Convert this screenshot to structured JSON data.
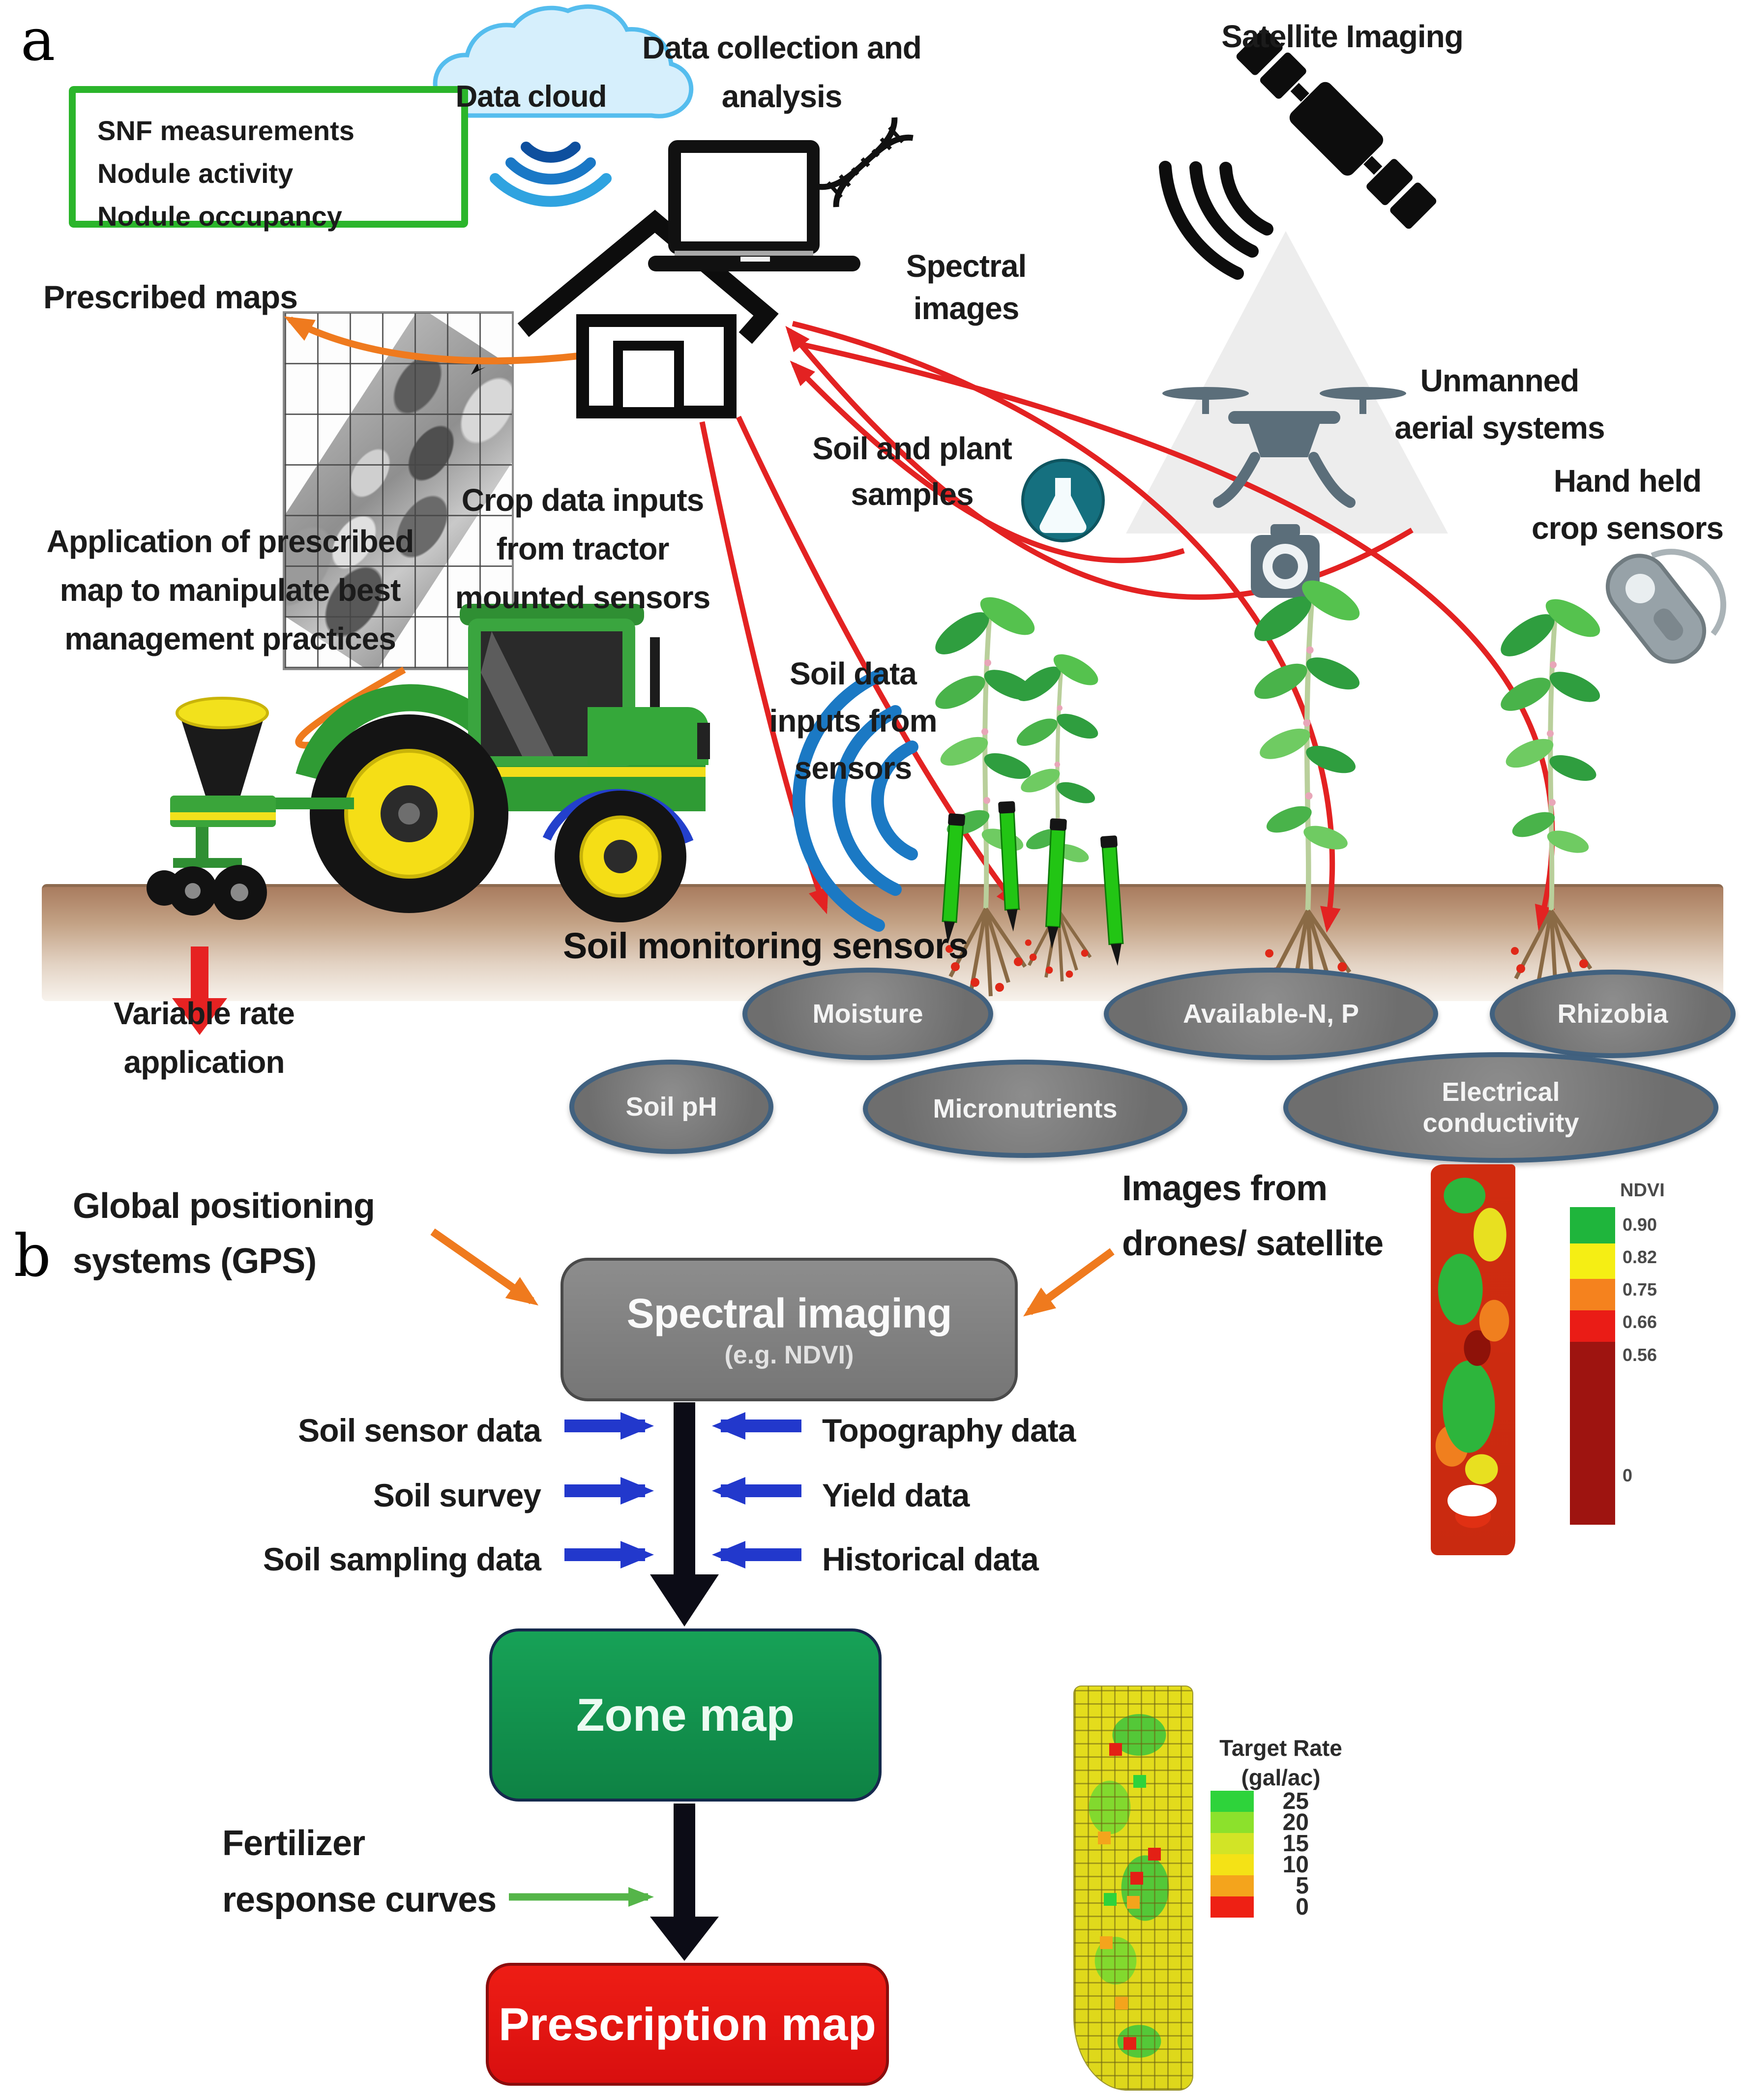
{
  "figure": {
    "panel_a_letter": "a",
    "panel_b_letter": "b"
  },
  "panel_a": {
    "snf_box_text": "SNF measurements\nNodule activity\nNodule occupancy",
    "data_cloud": "Data cloud",
    "data_collection": "Data collection and\nanalysis",
    "satellite_imaging": "Satellite Imaging",
    "prescribed_maps": "Prescribed maps",
    "application_text": "Application of prescribed\nmap to manipulate best\nmanagement practices",
    "spectral_images": "Spectral\nimages",
    "unmanned_aerial": "Unmanned\naerial systems",
    "hand_held": "Hand held\ncrop sensors",
    "crop_data_inputs": "Crop data inputs\nfrom tractor\nmounted sensors",
    "soil_plant_samples": "Soil and plant\nsamples",
    "soil_data_inputs": "Soil data\ninputs from\nsensors",
    "variable_rate": "Variable rate\napplication",
    "soil_monitoring": "Soil monitoring sensors",
    "sensor_ovals": [
      "Moisture",
      "Available-N, P",
      "Rhizobia",
      "Soil pH",
      "Micronutrients",
      "Electrical\nconductivity"
    ]
  },
  "panel_b": {
    "gps": "Global positioning\nsystems (GPS)",
    "images_from": "Images from\ndrones/ satellite",
    "spectral_box": {
      "title": "Spectral imaging",
      "subtitle": "(e.g. NDVI)"
    },
    "inputs_left": [
      "Soil sensor data",
      "Soil survey",
      "Soil sampling data"
    ],
    "inputs_right": [
      "Topography data",
      "Yield data",
      "Historical data"
    ],
    "zone_map": "Zone map",
    "fertilizer": "Fertilizer\nresponse curves",
    "prescription_map": "Prescription map",
    "ndvi_legend": {
      "title": "NDVI",
      "values": [
        "0.90",
        "0.82",
        "0.75",
        "0.66",
        "0.56",
        "0"
      ],
      "colors": [
        "#1fb53c",
        "#f5ee14",
        "#f5821e",
        "#ea1c16",
        "#9e1410"
      ]
    },
    "target_legend": {
      "title": "Target Rate\n(gal/ac)",
      "values": [
        "25",
        "20",
        "15",
        "10",
        "5",
        "0"
      ],
      "colors": [
        "#2ed33b",
        "#8ce12c",
        "#d2e426",
        "#f4e216",
        "#f4a41c",
        "#ee2014"
      ]
    }
  }
}
